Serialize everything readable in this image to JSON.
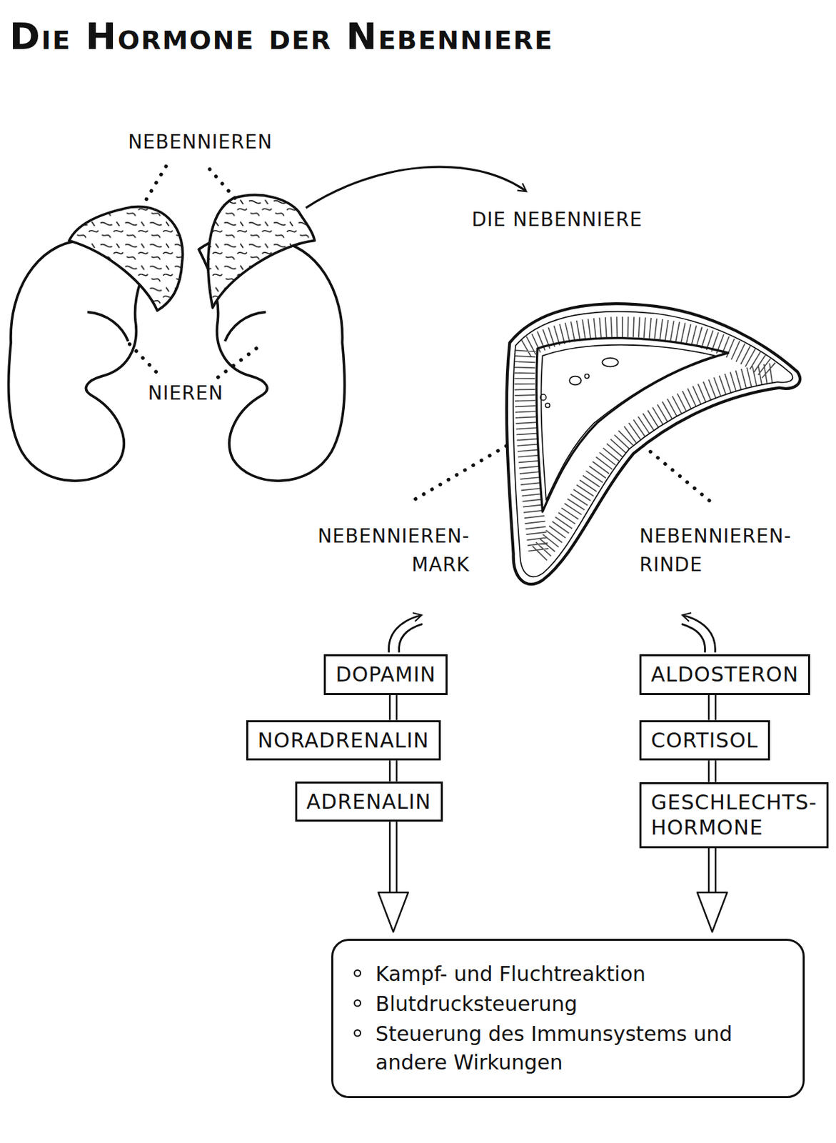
{
  "diagram": {
    "title": "Die Hormone der Nebenniere",
    "nodes": [
      {
        "text": [
          "DOPAMIN"
        ]
      },
      {
        "text": [
          "NORADRENALIN"
        ]
      },
      {
        "text": [
          "ADRENALIN"
        ]
      },
      {
        "text": [
          "ALDOSTERON"
        ]
      },
      {
        "text": [
          "CORTISOL"
        ]
      },
      {
        "text": [
          "GESCHLECHTS- HORMONE"
        ]
      },
      {
        "text": [
          "Kampf- und Fluchtreaktion",
          "Blutdrucksteuerung",
          "Steuerung des Immunsystems und andere Wirkungen"
        ]
      }
    ],
    "edges": [
      {
        "from": 0,
        "to": 1,
        "arrow": "none"
      },
      {
        "from": 1,
        "to": 2,
        "arrow": "none"
      },
      {
        "from": 2,
        "to": 6,
        "arrow": "to"
      },
      {
        "from": 3,
        "to": 4,
        "arrow": "none"
      },
      {
        "from": 4,
        "to": 5,
        "arrow": "none"
      },
      {
        "from": 5,
        "to": 6,
        "arrow": "to"
      }
    ],
    "labels": [
      "NEBENNIEREN",
      "NIEREN",
      "DIE NEBENNIERE",
      "NEBENNIEREN- MARK",
      "NEBENNIEREN- RINDE"
    ]
  }
}
